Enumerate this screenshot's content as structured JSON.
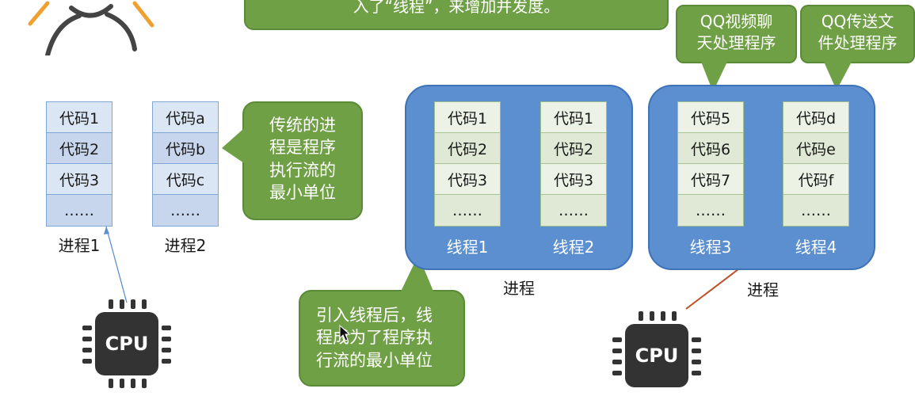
{
  "top_callout": "入了“线程”，来增加并发度。",
  "callout_qq_video": [
    "QQ视频聊",
    "天处理程序"
  ],
  "callout_qq_file": [
    "QQ传送文",
    "件处理程序"
  ],
  "callout_traditional": [
    "传统的进",
    "程是程序",
    "执行流的",
    "最小单位"
  ],
  "callout_thread": [
    "引入线程后，线",
    "程成为了程序执",
    "行流的最小单位"
  ],
  "left": {
    "proc1": {
      "cells": [
        "代码1",
        "代码2",
        "代码3",
        "……"
      ],
      "label": "进程1"
    },
    "proc2": {
      "cells": [
        "代码a",
        "代码b",
        "代码c",
        "……"
      ],
      "label": "进程2"
    }
  },
  "mid": {
    "t1": {
      "cells": [
        "代码1",
        "代码2",
        "代码3",
        "……"
      ],
      "label": "线程1"
    },
    "t2": {
      "cells": [
        "代码1",
        "代码2",
        "代码3",
        "……"
      ],
      "label": "线程2"
    },
    "label": "进程"
  },
  "right": {
    "t3": {
      "cells": [
        "代码5",
        "代码6",
        "代码7",
        "……"
      ],
      "label": "线程3"
    },
    "t4": {
      "cells": [
        "代码d",
        "代码e",
        "代码f",
        "……"
      ],
      "label": "线程4"
    },
    "label": "进程"
  },
  "cpu_label": "CPU",
  "colors": {
    "callout_green": "#70a045",
    "process_blue": "#5b8fd0",
    "code_blue": "#dbe6f4",
    "code_green": "#ecf2e6",
    "arrow_blue": "#5b8fd0",
    "arrow_orange": "#c0522a",
    "logo_orange": "#f0a030"
  },
  "icons": [
    "person-logo-icon",
    "cpu-icon",
    "mouse-cursor-icon"
  ]
}
